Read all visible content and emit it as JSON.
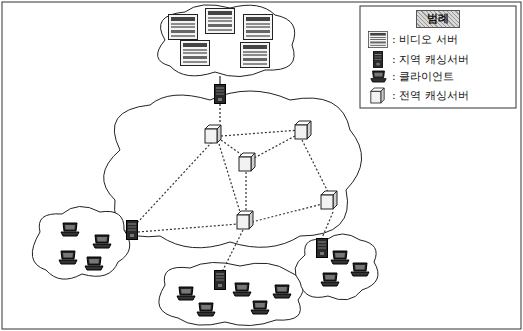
{
  "diagram": {
    "labels": [
      "범례"
    ],
    "legend": [
      {
        "text": ": 비디오 서버"
      },
      {
        "text": ": 지역 캐싱서버"
      },
      {
        "text": ": 클라이언트"
      },
      {
        "text": ": 전역 캐싱서버"
      }
    ]
  }
}
